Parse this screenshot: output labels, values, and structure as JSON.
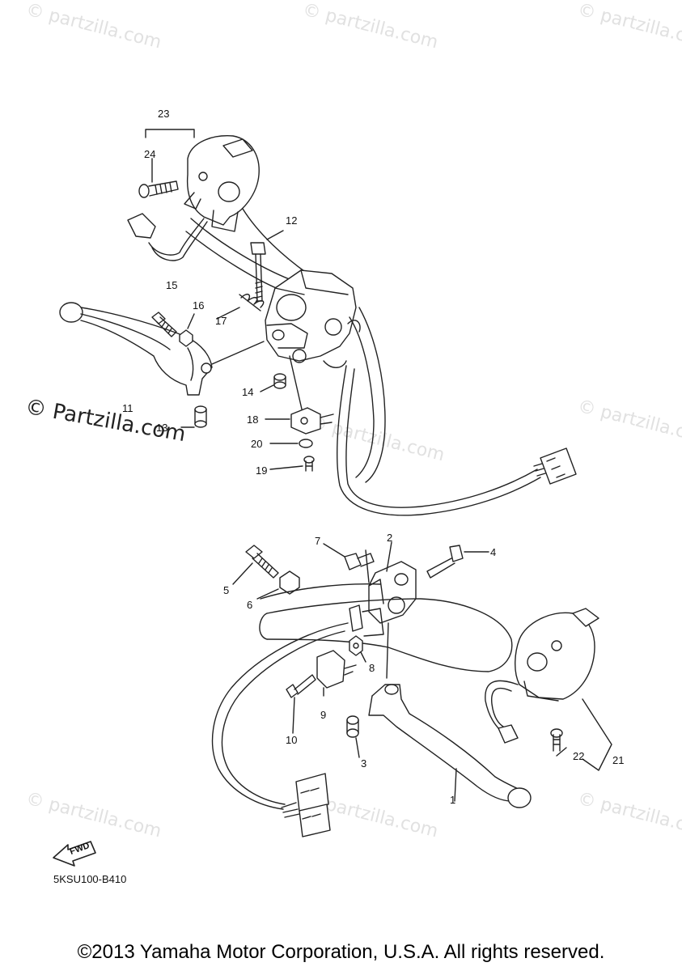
{
  "watermark": "© Partzilla.com",
  "watermark_lower": "© partzilla.com",
  "callouts": {
    "c1": "1",
    "c2": "2",
    "c3": "3",
    "c4": "4",
    "c5": "5",
    "c6": "6",
    "c7": "7",
    "c8": "8",
    "c9": "9",
    "c10": "10",
    "c11": "11",
    "c12": "12",
    "c13": "13",
    "c14": "14",
    "c15": "15",
    "c16": "16",
    "c17": "17",
    "c18": "18",
    "c19": "19",
    "c20": "20",
    "c21": "21",
    "c22": "22",
    "c23": "23",
    "c24": "24"
  },
  "fwd_label": "FWD",
  "diagram_code": "5KSU100-B410",
  "copyright": "©2013 Yamaha Motor Corporation, U.S.A. All rights reserved."
}
